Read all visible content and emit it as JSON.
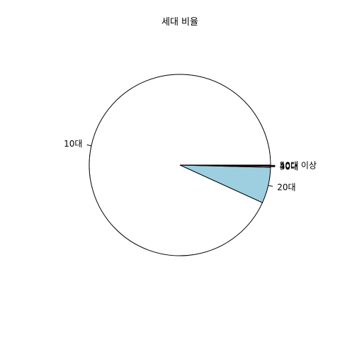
{
  "chart_data": {
    "type": "pie",
    "title": "세대 비율",
    "slices": [
      {
        "label": "10대",
        "value": 93.2,
        "color": "#ffffff"
      },
      {
        "label": "20대",
        "value": 6.4,
        "color": "#9ecfe0"
      },
      {
        "label": "30대",
        "value": 0.2,
        "color": "#d8c3e0"
      },
      {
        "label": "40대",
        "value": 0.1,
        "color": "#ffd7a8"
      },
      {
        "label": "50대 이상",
        "value": 0.1,
        "color": "#f7f0b7"
      }
    ],
    "clockwise": false,
    "start_angle": "3 o'clock",
    "legend": "none"
  }
}
